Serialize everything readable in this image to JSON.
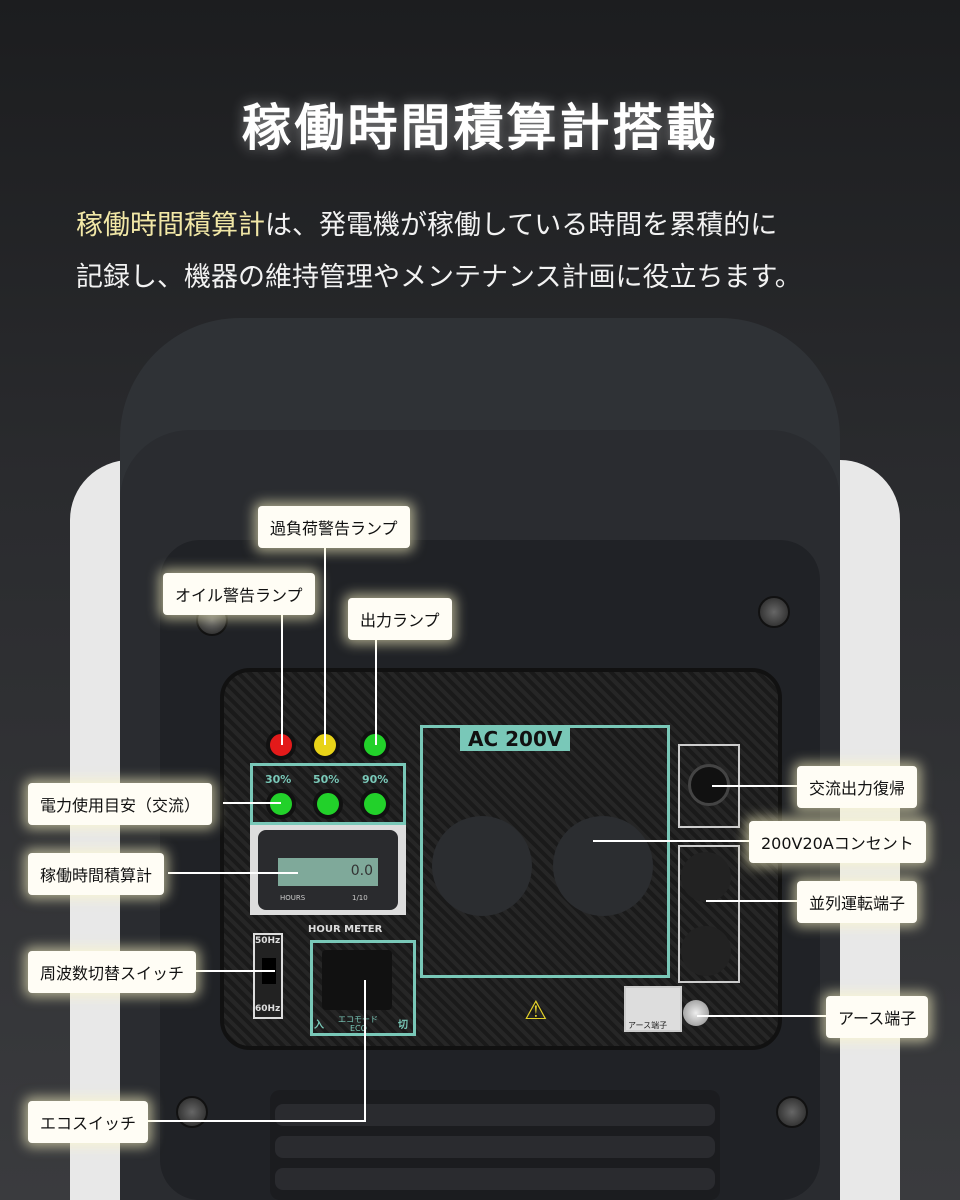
{
  "title": "稼働時間積算計搭載",
  "description": {
    "highlight": "稼働時間積算計",
    "line1_rest": "は、発電機が稼働している時間を累積的に",
    "line2": "記録し、機器の維持管理やメンテナンス計画に役立ちます。"
  },
  "panel": {
    "voltage": "AC 200V",
    "meter_value": "0.0",
    "meter_units": "HOURS",
    "meter_scale": "1/10",
    "meter_caption": "HOUR METER",
    "load_levels": [
      "30%",
      "50%",
      "90%"
    ],
    "freq_top": "50Hz",
    "freq_bottom": "60Hz",
    "eco_on": "入",
    "eco_label": "エコモード",
    "eco_off": "切",
    "eco_sub": "ECO",
    "earth_caption": "アース端子"
  },
  "callouts": {
    "overload": "過負荷警告ランプ",
    "oil": "オイル警告ランプ",
    "output": "出力ランプ",
    "power_usage": "電力使用目安（交流）",
    "hour_meter": "稼働時間積算計",
    "freq_switch": "周波数切替スイッチ",
    "eco_switch": "エコスイッチ",
    "reset": "交流出力復帰",
    "outlet": "200V20Aコンセント",
    "parallel": "並列運転端子",
    "earth": "アース端子"
  },
  "colors": {
    "highlight": "#f1e7a6",
    "teal": "#79c8b8"
  }
}
